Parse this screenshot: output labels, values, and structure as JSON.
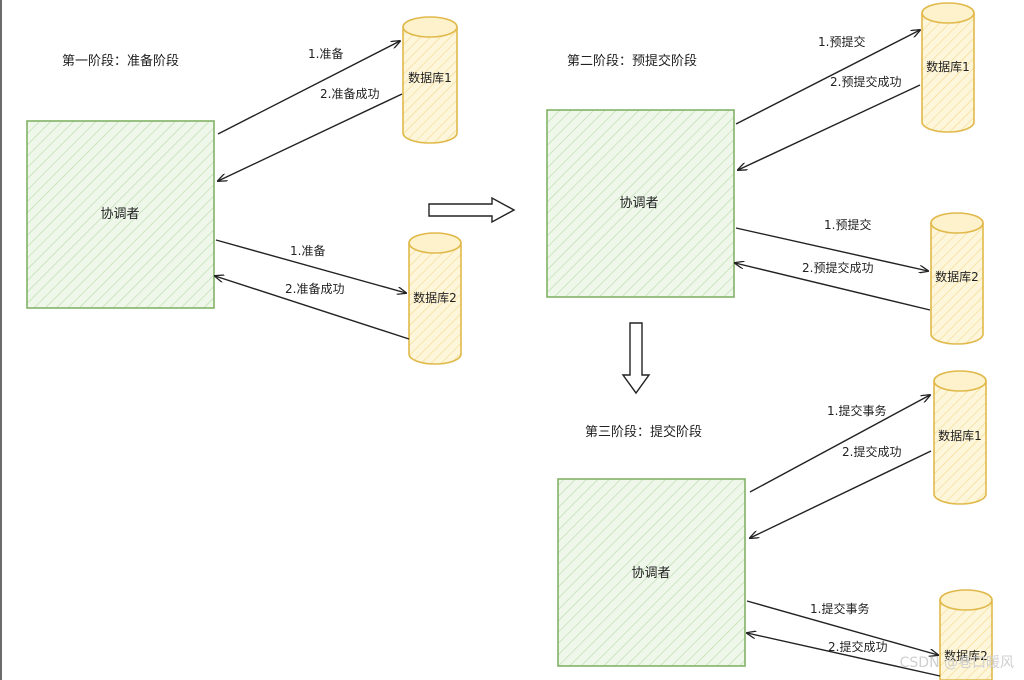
{
  "phase1": {
    "title": "第一阶段：准备阶段",
    "coordinator": "协调者",
    "db1": "数据库1",
    "db2": "数据库2",
    "to_db1": "1.准备",
    "from_db1": "2.准备成功",
    "to_db2": "1.准备",
    "from_db2": "2.准备成功"
  },
  "phase2": {
    "title": "第二阶段：预提交阶段",
    "coordinator": "协调者",
    "db1": "数据库1",
    "db2": "数据库2",
    "to_db1": "1.预提交",
    "from_db1": "2.预提交成功",
    "to_db2": "1.预提交",
    "from_db2": "2.预提交成功"
  },
  "phase3": {
    "title": "第三阶段：提交阶段",
    "coordinator": "协调者",
    "db1": "数据库1",
    "db2": "数据库2",
    "to_db1": "1.提交事务",
    "from_db1": "2.提交成功",
    "to_db2": "1.提交事务",
    "from_db2": "2.提交成功"
  },
  "watermark": "CSDN @巷口暖风",
  "colors": {
    "coordinator_fill": "#e9f5e4",
    "coordinator_stroke": "#82b366",
    "db_fill": "#fdf2cc",
    "db_stroke": "#e0b94a",
    "arrow": "#222222"
  }
}
